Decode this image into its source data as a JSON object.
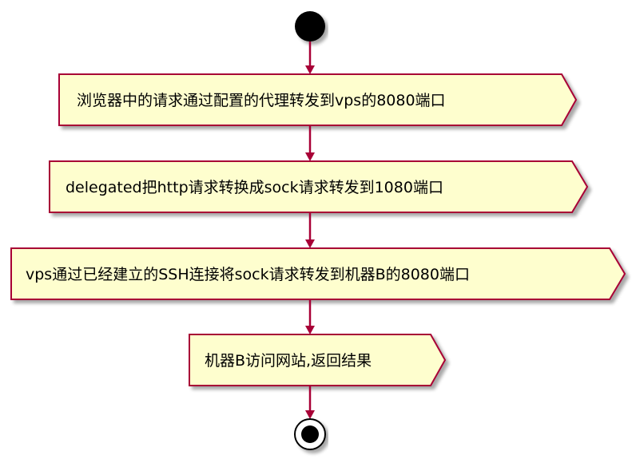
{
  "diagram": {
    "type": "activity-flow",
    "colors": {
      "node_fill": "#FEFECE",
      "node_border": "#A80036",
      "arrow": "#A80036",
      "start_end": "#000000",
      "shadow": "#C8C8C8"
    },
    "steps": [
      {
        "label": "浏览器中的请求通过配置的代理转发到vps的8080端口"
      },
      {
        "label": "delegated把http请求转换成sock请求转发到1080端口"
      },
      {
        "label": "vps通过已经建立的SSH连接将sock请求转发到机器B的8080端口"
      },
      {
        "label": "机器B访问网站,返回结果"
      }
    ]
  }
}
